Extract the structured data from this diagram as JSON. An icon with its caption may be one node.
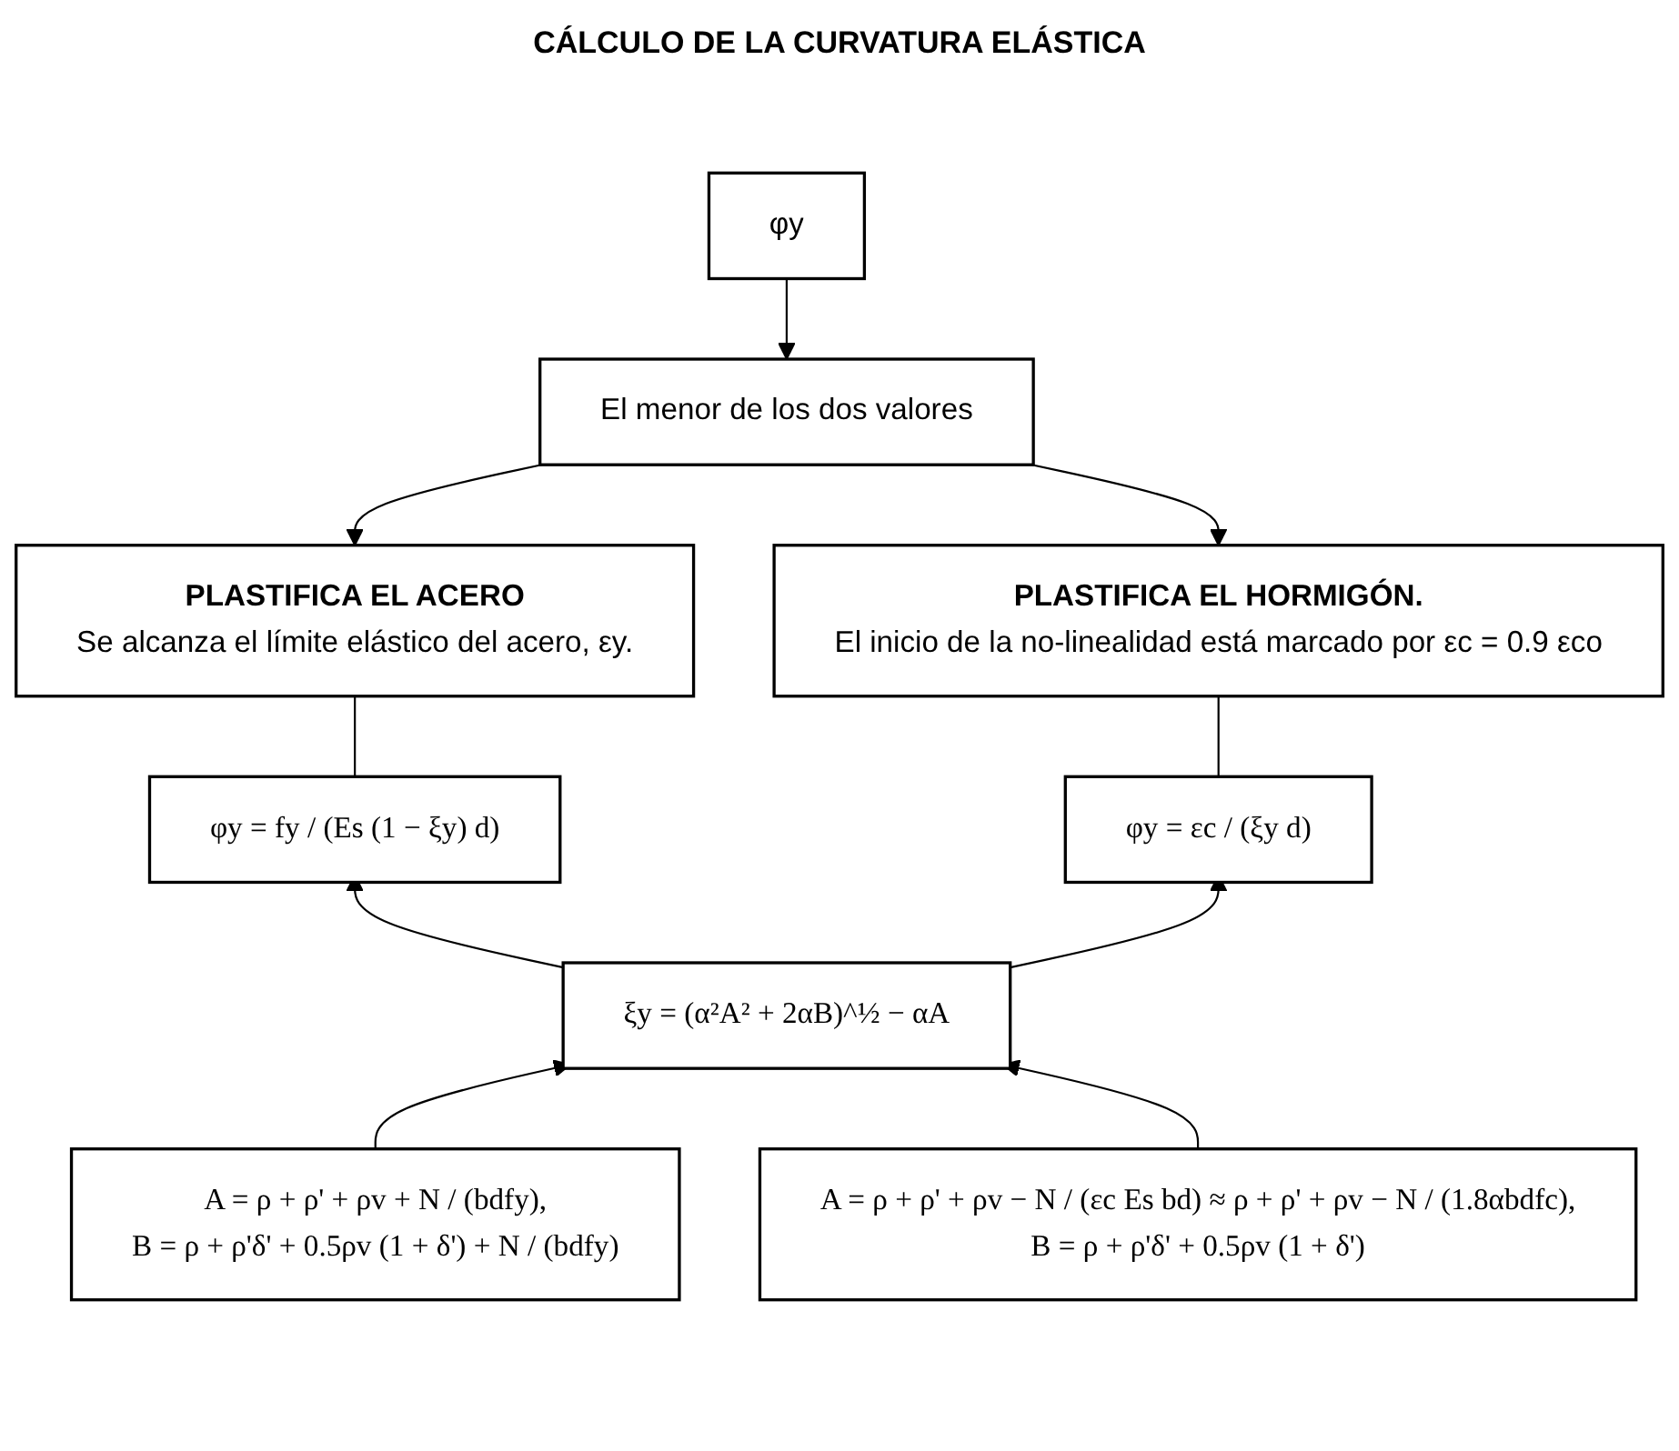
{
  "diagram": {
    "title": "CÁLCULO DE LA CURVATURA  ELÁSTICA",
    "nodes": [
      {
        "text": [
          "φy"
        ]
      },
      {
        "text": [
          "El menor de los dos valores"
        ]
      },
      {
        "text": [
          "PLASTIFICA EL ACERO",
          "Se alcanza el límite elástico del acero, εy."
        ]
      },
      {
        "text": [
          "PLASTIFICA EL HORMIGÓN.",
          "El inicio de la no-linealidad está marcado por εc = 0.9 εco"
        ]
      },
      {
        "text": [
          "φy = fy / (Es (1 − ξy) d)"
        ]
      },
      {
        "text": [
          "φy = εc / (ξy d)"
        ]
      },
      {
        "text": [
          "ξy = (α²A² + 2αB)^½ − αA"
        ]
      },
      {
        "text": [
          "A = ρ + ρ' + ρv + N / (bdfy),",
          "B = ρ + ρ'δ' + 0.5ρv (1 + δ') + N / (bdfy)"
        ]
      },
      {
        "text": [
          "A = ρ + ρ' + ρv − N / (εc Es bd) ≈ ρ + ρ' + ρv − N / (1.8αbdfc),",
          "B = ρ + ρ'δ' + 0.5ρv (1 + δ')"
        ]
      }
    ],
    "edges": [
      {
        "from": 0,
        "to": 1,
        "arrow": "to"
      },
      {
        "from": 1,
        "to": 2,
        "arrow": "to"
      },
      {
        "from": 1,
        "to": 3,
        "arrow": "to"
      },
      {
        "from": 2,
        "to": 4,
        "arrow": "none"
      },
      {
        "from": 3,
        "to": 5,
        "arrow": "none"
      },
      {
        "from": 6,
        "to": 4,
        "arrow": "to"
      },
      {
        "from": 6,
        "to": 5,
        "arrow": "to"
      },
      {
        "from": 7,
        "to": 6,
        "arrow": "to"
      },
      {
        "from": 8,
        "to": 6,
        "arrow": "to"
      }
    ]
  }
}
